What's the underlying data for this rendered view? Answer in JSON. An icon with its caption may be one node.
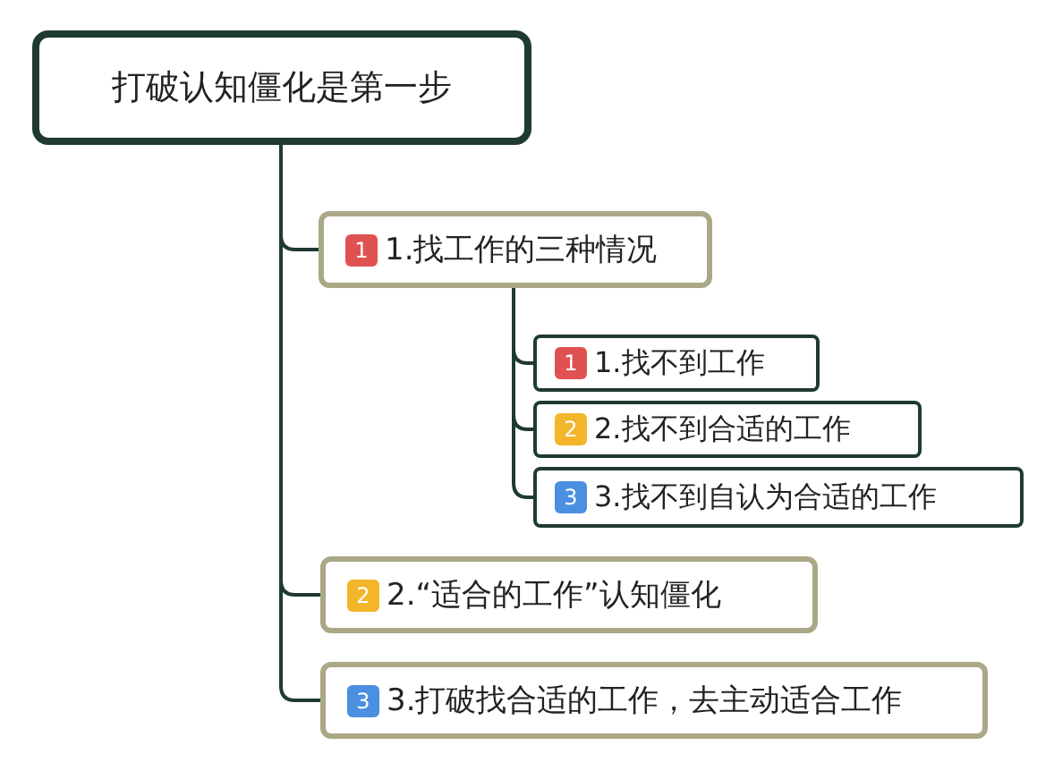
{
  "diagram": {
    "nodes": [
      {
        "text": [
          "打破认知僵化是第一步"
        ]
      },
      {
        "text": [
          "1",
          "1.找工作的三种情况"
        ]
      },
      {
        "text": [
          "1",
          "1.找不到工作"
        ]
      },
      {
        "text": [
          "2",
          "2.找不到合适的工作"
        ]
      },
      {
        "text": [
          "3",
          "3.找不到自认为合适的工作"
        ]
      },
      {
        "text": [
          "2",
          "2.“适合的工作”认知僵化"
        ]
      },
      {
        "text": [
          "3",
          "3.打破找合适的工作，去主动适合工作"
        ]
      }
    ],
    "edges": [
      {
        "from": 0,
        "to": 1,
        "arrow": "none"
      },
      {
        "from": 1,
        "to": 2,
        "arrow": "none"
      },
      {
        "from": 1,
        "to": 3,
        "arrow": "none"
      },
      {
        "from": 1,
        "to": 4,
        "arrow": "none"
      },
      {
        "from": 0,
        "to": 5,
        "arrow": "none"
      },
      {
        "from": 0,
        "to": 6,
        "arrow": "none"
      }
    ]
  }
}
